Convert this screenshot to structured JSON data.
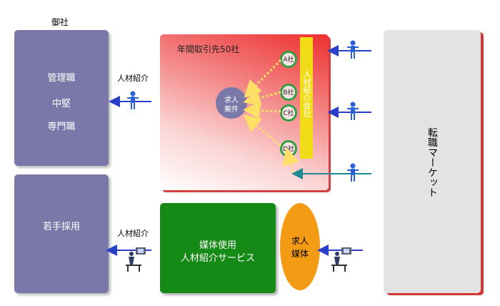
{
  "company": {
    "title": "御社",
    "upper_roles": [
      "管理職",
      "中堅",
      "専門職"
    ],
    "lower_role": "若手採用"
  },
  "intro_labels": {
    "top": "人材紹介",
    "bottom": "人材紹介"
  },
  "agency_panel": {
    "title": "年間取引先50社",
    "vertical_label": "人材紹介会社",
    "job_bubble": [
      "求人",
      "案件"
    ],
    "companies": [
      "A社",
      "B社",
      "C社",
      "D社"
    ]
  },
  "media_service": {
    "label_line1": "媒体使用",
    "label_line2": "人材紹介サービス",
    "bubble": [
      "求人",
      "媒体"
    ]
  },
  "market": {
    "label": "転職マーケット"
  },
  "colors": {
    "company_box": "#7a78a8",
    "agency_gradient_start": "#ef2f2f",
    "agency_gradient_end": "#ffffff",
    "vertical_bar": "#f2dc17",
    "company_ring": "#2f9e44",
    "job_bubble": "#7a78a8",
    "media_box": "#168a16",
    "media_bubble": "#f39b14",
    "market_box": "#e3e3e3",
    "shadow_red": "#cc2a2a",
    "arrow_blue": "#2a3fc7",
    "arrow_yellow": "#ffe066",
    "arrow_teal": "#1f8a92"
  },
  "icons": {
    "person": "person-icon",
    "computer_user": "computer-user-icon"
  }
}
